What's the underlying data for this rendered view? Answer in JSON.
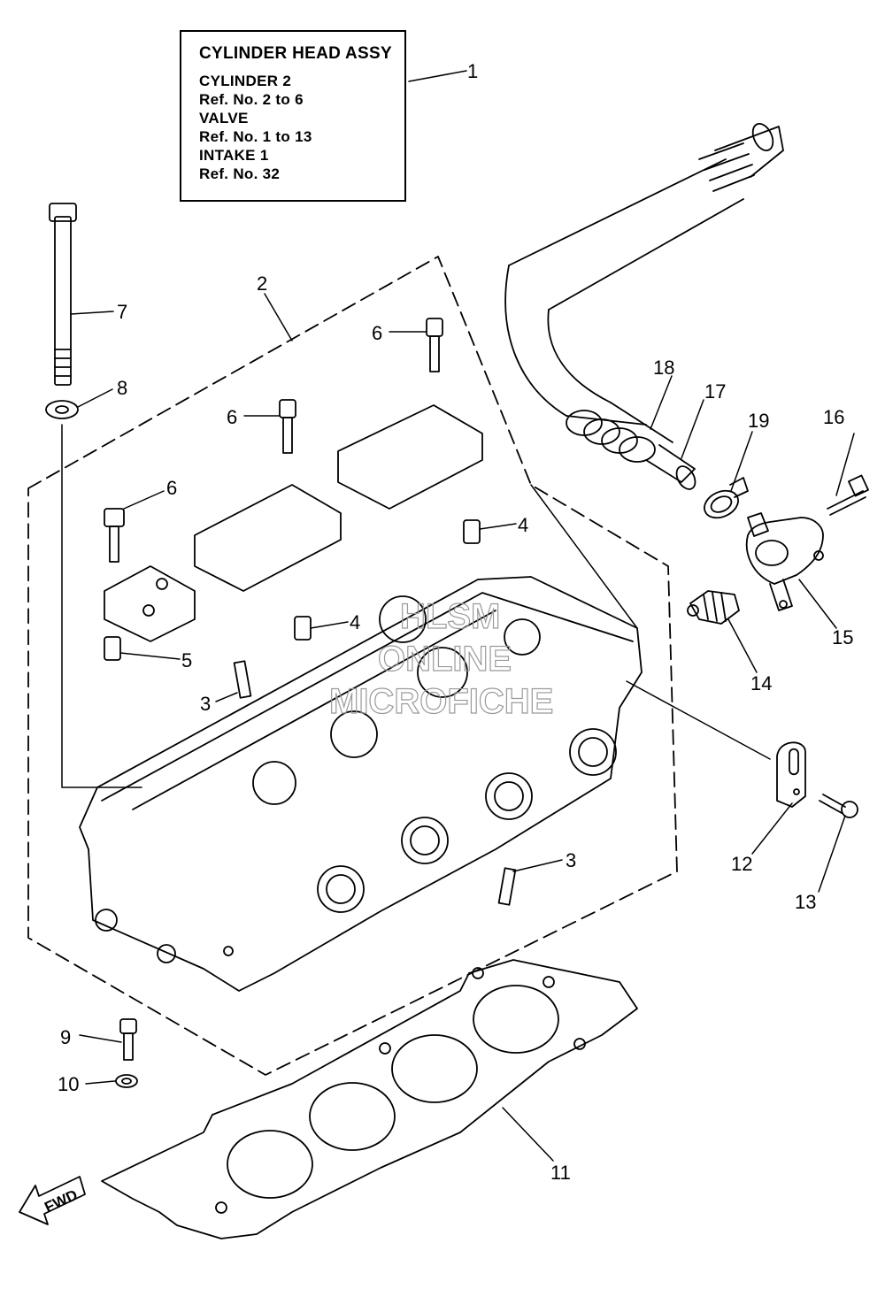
{
  "legend": {
    "title": "CYLINDER HEAD ASSY",
    "lines": [
      "CYLINDER 2",
      "Ref. No. 2 to 6",
      "VALVE",
      "Ref. No. 1 to 13",
      "INTAKE 1",
      "Ref. No. 32"
    ]
  },
  "callouts": [
    "1",
    "2",
    "3",
    "3",
    "4",
    "4",
    "5",
    "6",
    "6",
    "6",
    "7",
    "8",
    "9",
    "10",
    "11",
    "12",
    "13",
    "14",
    "15",
    "16",
    "17",
    "18",
    "19"
  ],
  "fwd_label": "FWD",
  "watermark": [
    "HLSM",
    "ONLINE",
    "MICROFICHE"
  ]
}
